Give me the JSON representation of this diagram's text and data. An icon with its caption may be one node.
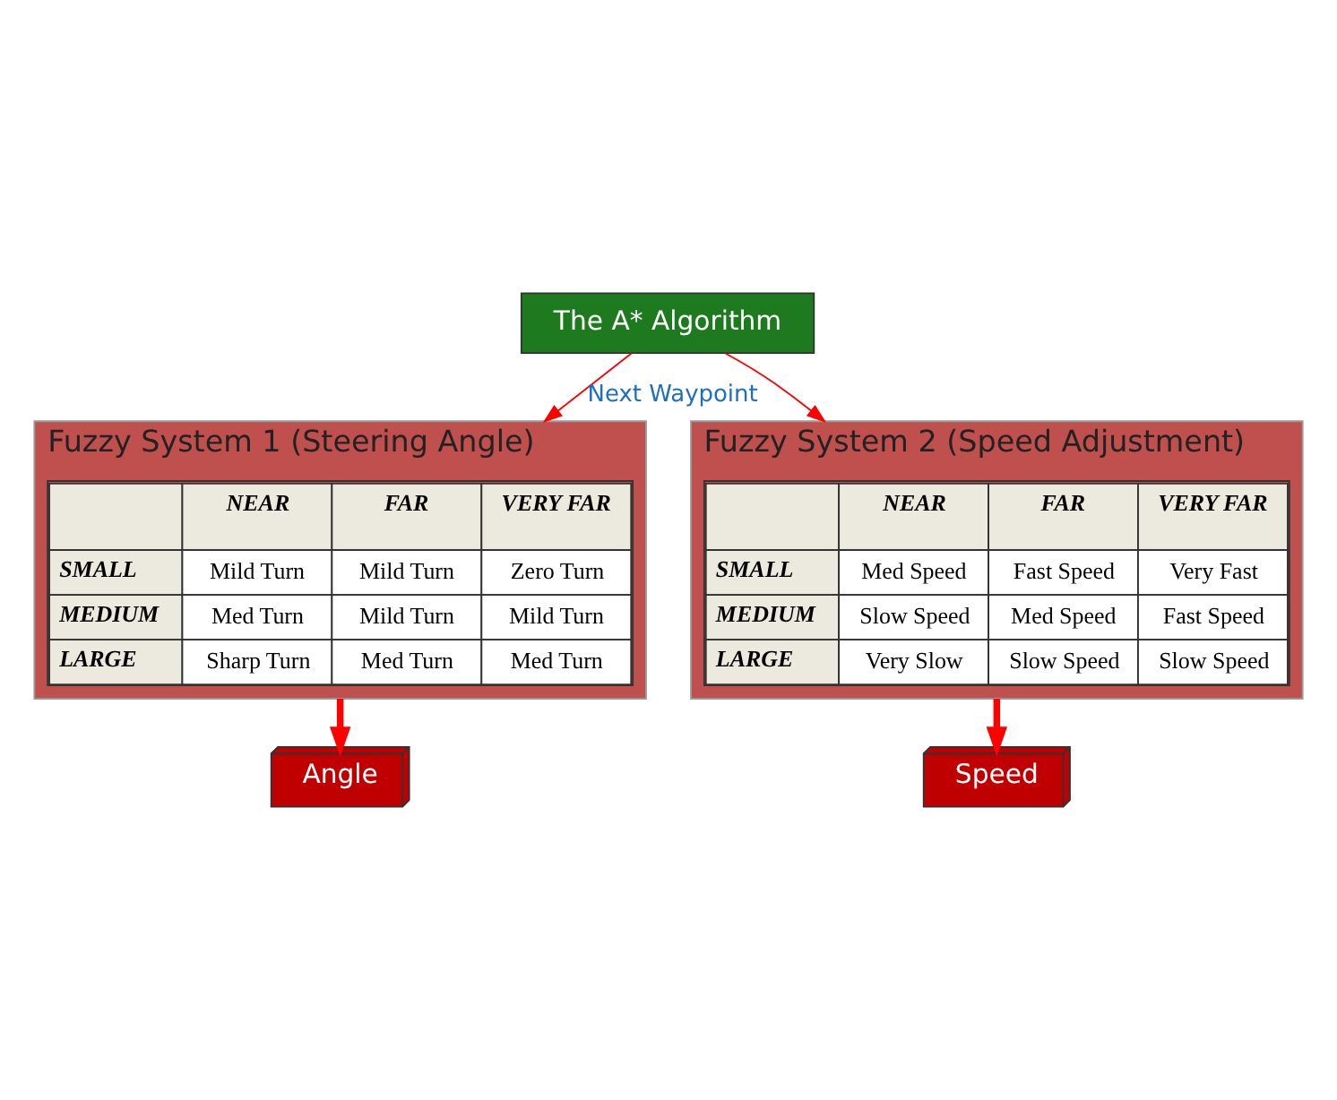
{
  "diagram": {
    "nodes": [
      {
        "text": [
          "The A* Algorithm"
        ]
      },
      {
        "text": [
          "Fuzzy System 1 (Steering Angle)"
        ]
      },
      {
        "text": [
          "NEAR",
          "FAR",
          "VERY FAR",
          "SMALL",
          "Mild Turn",
          "Mild Turn",
          "Zero Turn",
          "MEDIUM",
          "Med Turn",
          "Mild Turn",
          "Mild Turn",
          "LARGE",
          "Sharp Turn",
          "Med Turn",
          "Med Turn"
        ],
        "in": 1
      },
      {
        "text": [
          "Fuzzy System 2 (Speed Adjustment)"
        ]
      },
      {
        "text": [
          "NEAR",
          "FAR",
          "VERY FAR",
          "SMALL",
          "Med Speed",
          "Fast Speed",
          "Very Fast",
          "MEDIUM",
          "Slow Speed",
          "Med Speed",
          "Fast Speed",
          "LARGE",
          "Very Slow",
          "Slow Speed",
          "Slow Speed"
        ],
        "in": 3
      },
      {
        "text": [
          "Angle"
        ]
      },
      {
        "text": [
          "Speed"
        ]
      }
    ],
    "edges": [
      {
        "from": 0,
        "to": 1,
        "arrow": "to",
        "label": "Next Waypoint"
      },
      {
        "from": 0,
        "to": 3,
        "arrow": "to"
      },
      {
        "from": 1,
        "to": 5,
        "arrow": "to",
        "style": "thick"
      },
      {
        "from": 3,
        "to": 6,
        "arrow": "to",
        "style": "thick"
      }
    ]
  }
}
